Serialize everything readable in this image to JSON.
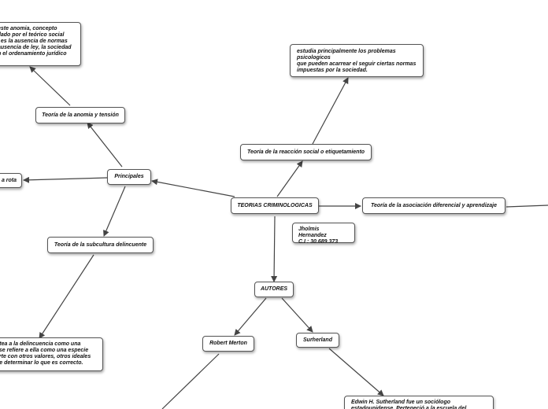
{
  "nodes": {
    "central": "TEORIAS CRIMINOLOGICAS",
    "principales": "Principales",
    "anomia": "Teoría de la anomia y tensión",
    "anomia_desc": "este anomia, concepto\nllado por el teórico social\n, es la ausencia de normas\nausencia de ley, la sociedad\nn el ordenamiento jurídico",
    "rota": "a rota",
    "subcultura": "Teoría de la subcultura delincuente",
    "subcultura_desc": "ntea a la delincuencia como una\n, se refiere a ella como una especie\narte con otros valores, otros ideales\nde determinar lo que es correcto.",
    "reaccion": "Teoría de la reacción social o etiquetamiento",
    "reaccion_desc": "estudia principalmente los problemas\npsicologicos\nque pueden acarrear el seguir ciertas normas\nimpuestas por la sociedad.",
    "asociacion": "Teoría de la asociación diferencial y aprendizaje",
    "autor_info": "Jholmis Hernandez\nC.I : 30.689.373",
    "autores": "AUTORES",
    "merton": "Robert Merton",
    "sutherland": "Surherland",
    "sutherland_desc": "Edwin H. Sutherland fue un sociólogo\nestadounidense. Perteneció a la escuela del"
  }
}
